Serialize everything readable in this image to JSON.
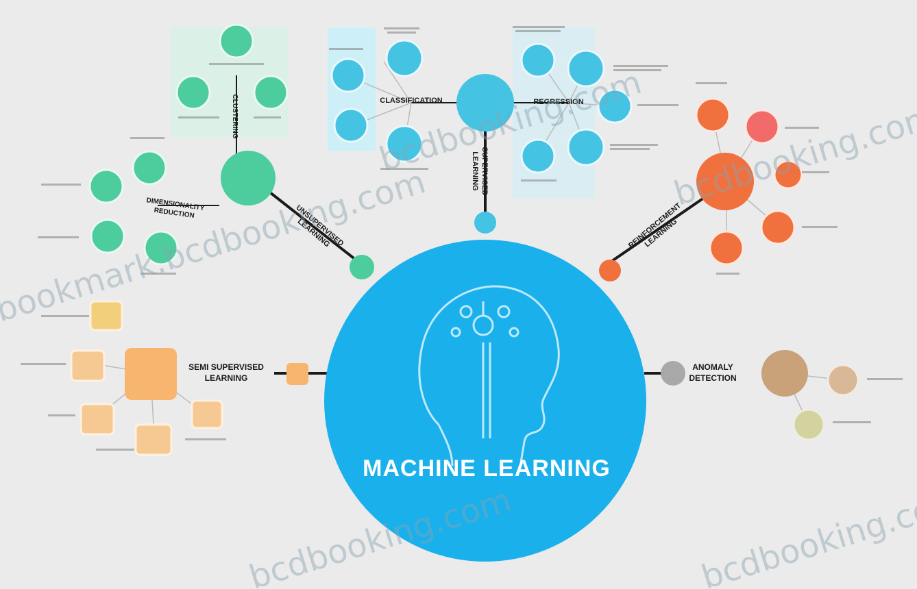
{
  "center": {
    "title": "MACHINE LEARNING",
    "color": "#1ab0ec"
  },
  "branches": [
    {
      "key": "supervised",
      "label_lines": [
        "SUPERVISED",
        "LEARNING"
      ],
      "color": "#45c3e3"
    },
    {
      "key": "unsupervised",
      "label_lines": [
        "UNSUPERVISED",
        "LEARNING"
      ],
      "color": "#4dcc9e"
    },
    {
      "key": "reinforcement",
      "label_lines": [
        "REINFORCEMENT",
        "LEARNING"
      ],
      "color": "#f0703e"
    },
    {
      "key": "semi",
      "label_lines": [
        "SEMI SUPERVISED",
        "LEARNING"
      ],
      "color": "#f7b56f"
    },
    {
      "key": "anomaly",
      "label_lines": [
        "ANOMALY",
        "DETECTION"
      ],
      "color": "#c9a27a"
    }
  ],
  "subnodes": {
    "classification": "CLASSIFICATION",
    "regression": "REGRESSION",
    "clustering": "CLUSTERING",
    "dimensionality": [
      "DIMENSIONALITY",
      "REDUCTION"
    ]
  },
  "watermarks": [
    "bookmark.bcdbooking.com",
    "bcdbooking.com",
    "bcdbooking.com",
    "bcdbooking.com",
    "bcdbooking.com"
  ],
  "colors": {
    "background": "#ebebeb",
    "supervised_panel": "#cdeff7",
    "unsupervised_panel": "#d4f2e6",
    "line": "#1a1a1a"
  }
}
